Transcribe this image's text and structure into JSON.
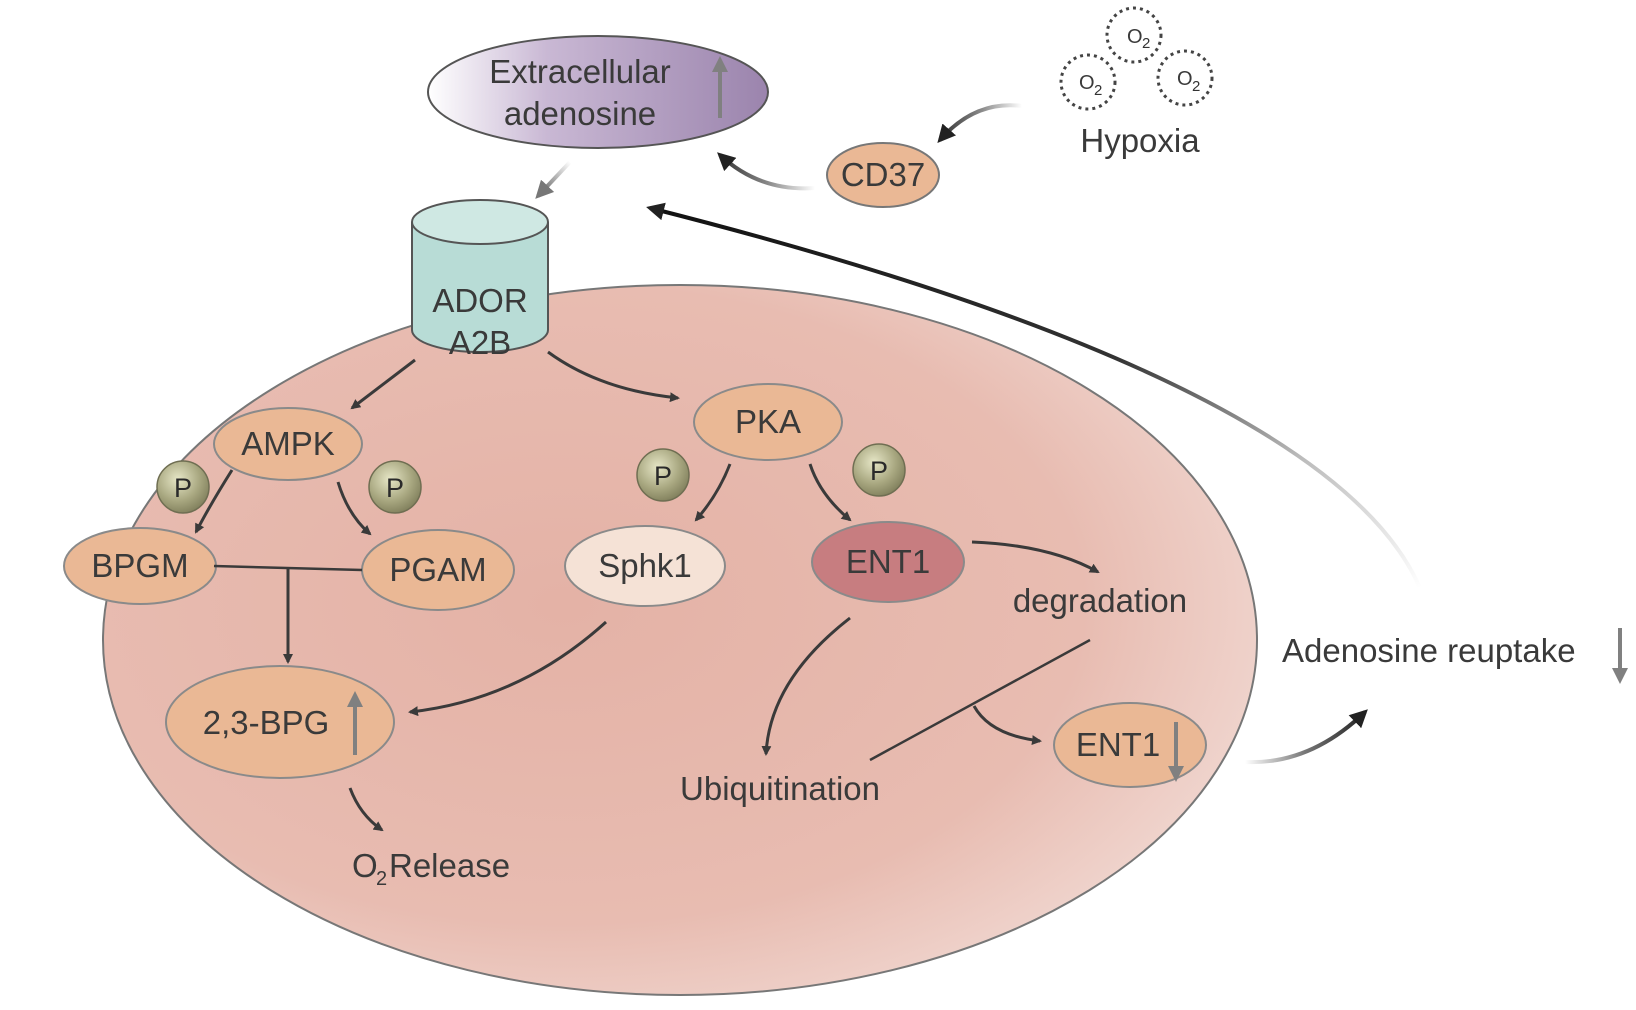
{
  "labels": {
    "extracellular_line1": "Extracellular",
    "extracellular_line2": "adenosine",
    "hypoxia": "Hypoxia",
    "o2": "O",
    "o2_sub": "2",
    "cd37": "CD37",
    "receptor_line1": "ADOR",
    "receptor_line2": "A2B",
    "ampk": "AMPK",
    "pka": "PKA",
    "phospho": "P",
    "bpgm": "BPGM",
    "pgam": "PGAM",
    "sphk1": "Sphk1",
    "ent1": "ENT1",
    "ent1_low": "ENT1",
    "degradation": "degradation",
    "ubiquitination": "Ubiquitination",
    "bpg": "2,3-BPG",
    "o2_release_o": "O",
    "o2_release_sub": "2",
    "o2_release_text": "Release",
    "reuptake": "Adenosine reuptake"
  },
  "colors": {
    "cell": "#e3b3a8",
    "extracellular_fill": "#a891b8",
    "receptor_fill": "#b8dcd6",
    "node_orange": "#eab895",
    "sphk1_fill": "#f5e2d6",
    "ent1_fill": "#c77d80",
    "phospho_fill": "#a5a47c",
    "arrow": "#3a3a3a",
    "trend_arrow": "#808080"
  }
}
